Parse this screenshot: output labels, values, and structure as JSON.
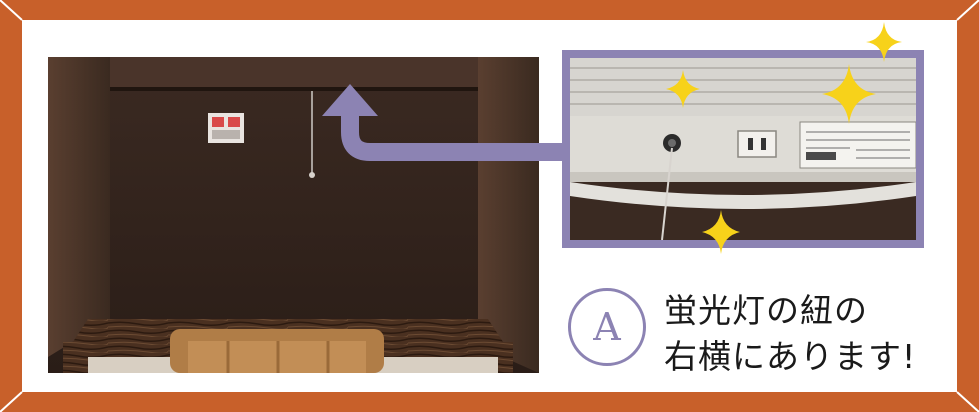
{
  "colors": {
    "frame": "#c8602a",
    "accent": "#8c83b3",
    "sparkle": "#f7d21a",
    "text": "#1a1a1a"
  },
  "badge": {
    "letter": "A"
  },
  "caption": {
    "line1": "蛍光灯の紐の",
    "line2": "右横にあります!"
  },
  "icons": [
    "sparkle-icon",
    "arrow-icon"
  ]
}
